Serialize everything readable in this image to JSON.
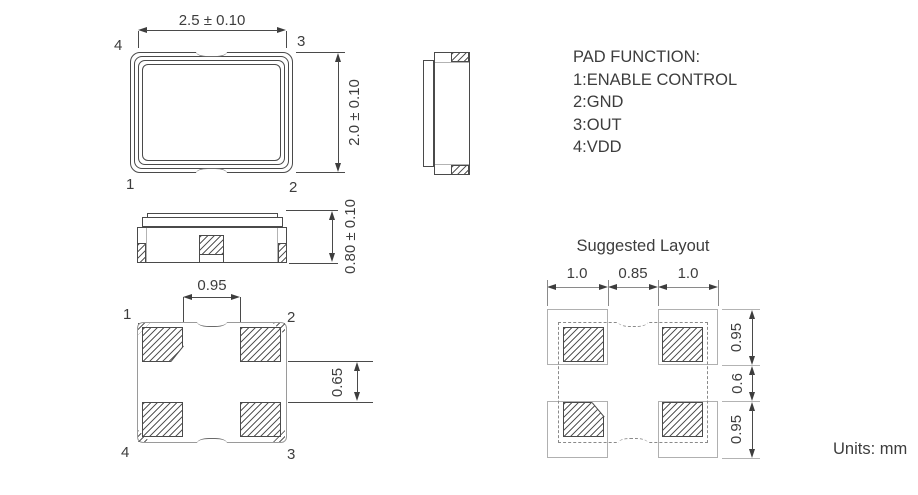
{
  "drawing": {
    "units_label": "Units: mm",
    "pad_function": {
      "title": "PAD FUNCTION:",
      "items": [
        "1:ENABLE CONTROL",
        "2:GND",
        "3:OUT",
        "4:VDD"
      ]
    },
    "top_view": {
      "width_dim": "2.5 ± 0.10",
      "height_dim": "2.0 ± 0.10",
      "pins": {
        "top_left": "4",
        "top_right": "3",
        "bottom_left": "1",
        "bottom_right": "2"
      }
    },
    "front_view": {
      "height_dim": "0.80 ± 0.10"
    },
    "bottom_view": {
      "pad_gap_dim": "0.95",
      "pad_height_dim": "0.65",
      "pins": {
        "top_left": "1",
        "top_right": "2",
        "bottom_left": "4",
        "bottom_right": "3"
      }
    },
    "suggested_layout": {
      "title": "Suggested Layout",
      "h_dims": [
        "1.0",
        "0.85",
        "1.0"
      ],
      "v_dims": [
        "0.95",
        "0.6",
        "0.95"
      ]
    }
  }
}
